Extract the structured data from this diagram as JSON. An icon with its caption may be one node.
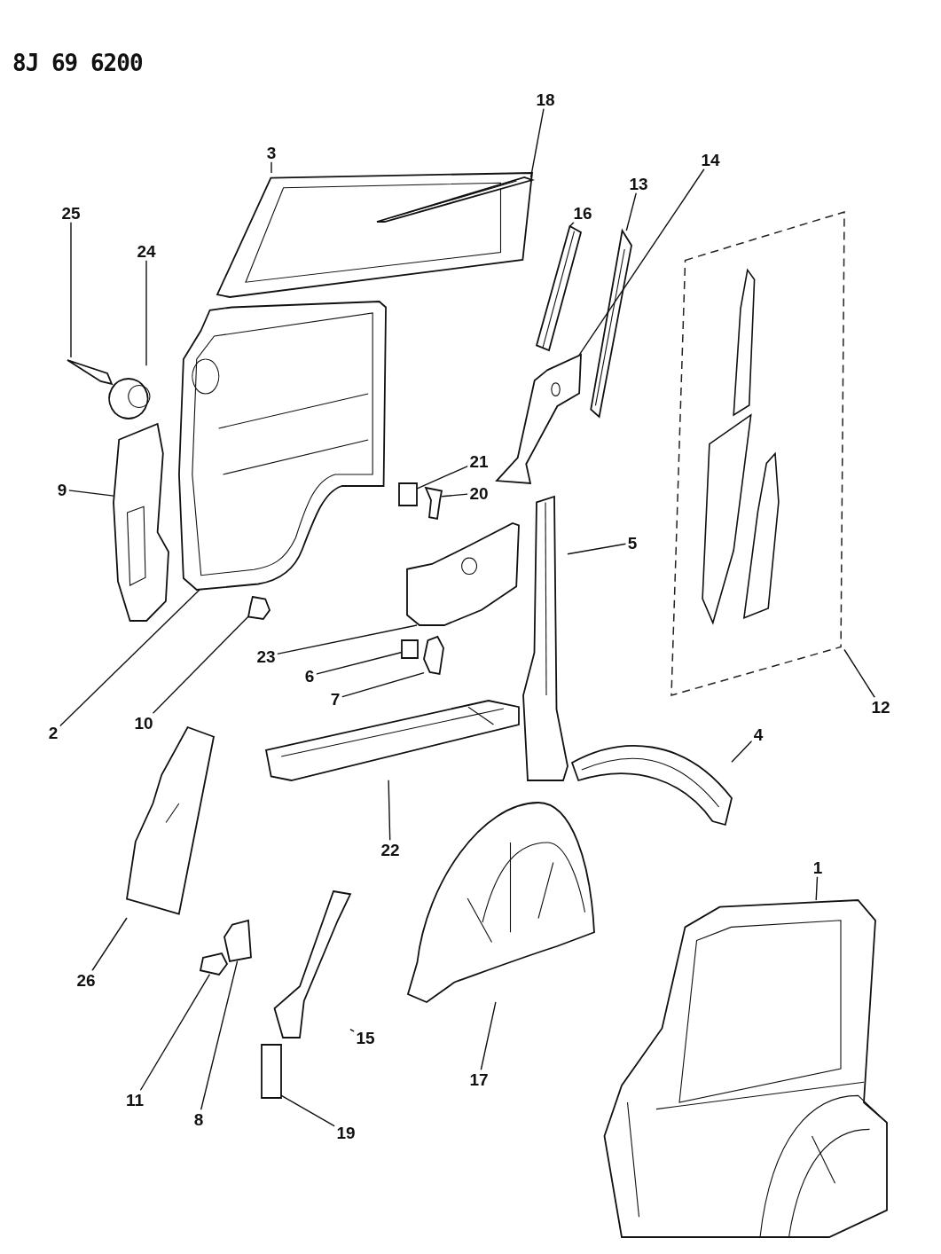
{
  "diagram": {
    "nodes": [
      {
        "text": [
          "1"
        ]
      },
      {
        "text": [
          "2"
        ]
      },
      {
        "text": [
          "3"
        ]
      },
      {
        "text": [
          "4"
        ]
      },
      {
        "text": [
          "5"
        ]
      },
      {
        "text": [
          "6"
        ]
      },
      {
        "text": [
          "7"
        ]
      },
      {
        "text": [
          "8"
        ]
      },
      {
        "text": [
          "9"
        ]
      },
      {
        "text": [
          "10"
        ]
      },
      {
        "text": [
          "11"
        ]
      },
      {
        "text": [
          "12"
        ]
      },
      {
        "text": [
          "13"
        ]
      },
      {
        "text": [
          "14"
        ]
      },
      {
        "text": [
          "15"
        ]
      },
      {
        "text": [
          "16"
        ]
      },
      {
        "text": [
          "17"
        ]
      },
      {
        "text": [
          "18"
        ]
      },
      {
        "text": [
          "19"
        ]
      },
      {
        "text": [
          "20"
        ]
      },
      {
        "text": [
          "21"
        ]
      },
      {
        "text": [
          "22"
        ]
      },
      {
        "text": [
          "23"
        ]
      },
      {
        "text": [
          "24"
        ]
      },
      {
        "text": [
          "25"
        ]
      },
      {
        "text": [
          "26"
        ]
      },
      {
        "text": [],
        "shape": "picture"
      },
      {
        "text": [],
        "shape": "picture"
      },
      {
        "text": [],
        "shape": "picture"
      },
      {
        "text": [],
        "shape": "picture"
      },
      {
        "text": [],
        "shape": "picture"
      },
      {
        "text": [],
        "shape": "box"
      },
      {
        "text": [],
        "shape": "picture"
      },
      {
        "text": [],
        "shape": "picture"
      },
      {
        "text": [],
        "shape": "picture"
      },
      {
        "text": [],
        "shape": "picture"
      },
      {
        "text": [],
        "shape": "picture"
      },
      {
        "text": [],
        "shape": "box"
      },
      {
        "text": [],
        "shape": "picture"
      },
      {
        "text": [],
        "shape": "picture"
      },
      {
        "text": [],
        "shape": "picture"
      },
      {
        "text": [],
        "shape": "picture"
      },
      {
        "text": [],
        "shape": "picture"
      },
      {
        "text": [],
        "shape": "picture",
        "in": 28
      },
      {
        "text": [],
        "shape": "box"
      },
      {
        "text": [],
        "shape": "picture"
      },
      {
        "text": [],
        "shape": "box"
      },
      {
        "text": [],
        "shape": "picture"
      },
      {
        "text": [],
        "shape": "picture"
      },
      {
        "text": [],
        "shape": "picture"
      },
      {
        "text": [],
        "shape": "picture"
      },
      {
        "text": [],
        "shape": "picture"
      }
    ],
    "edges": [
      {
        "from": 0,
        "to": 26,
        "arrow": "none"
      },
      {
        "from": 1,
        "to": 27,
        "arrow": "none"
      },
      {
        "from": 2,
        "to": 28,
        "arrow": "none"
      },
      {
        "from": 3,
        "to": 29,
        "arrow": "none"
      },
      {
        "from": 4,
        "to": 30,
        "arrow": "none"
      },
      {
        "from": 5,
        "to": 31,
        "arrow": "none"
      },
      {
        "from": 6,
        "to": 32,
        "arrow": "none"
      },
      {
        "from": 7,
        "to": 33,
        "arrow": "none"
      },
      {
        "from": 8,
        "to": 34,
        "arrow": "none"
      },
      {
        "from": 9,
        "to": 35,
        "arrow": "none"
      },
      {
        "from": 10,
        "to": 36,
        "arrow": "none"
      },
      {
        "from": 11,
        "to": 37,
        "arrow": "none"
      },
      {
        "from": 12,
        "to": 38,
        "arrow": "none"
      },
      {
        "from": 13,
        "to": 39,
        "arrow": "none"
      },
      {
        "from": 14,
        "to": 40,
        "arrow": "none"
      },
      {
        "from": 15,
        "to": 41,
        "arrow": "none"
      },
      {
        "from": 16,
        "to": 42,
        "arrow": "none"
      },
      {
        "from": 17,
        "to": 43,
        "arrow": "none"
      },
      {
        "from": 18,
        "to": 44,
        "arrow": "none"
      },
      {
        "from": 19,
        "to": 45,
        "arrow": "none"
      },
      {
        "from": 20,
        "to": 46,
        "arrow": "none"
      },
      {
        "from": 21,
        "to": 47,
        "arrow": "none"
      },
      {
        "from": 22,
        "to": 48,
        "arrow": "none"
      },
      {
        "from": 23,
        "to": 49,
        "arrow": "none"
      },
      {
        "from": 24,
        "to": 50,
        "arrow": "none"
      },
      {
        "from": 25,
        "to": 51,
        "arrow": "none"
      }
    ],
    "labels": [
      "8J 69 6200"
    ]
  }
}
